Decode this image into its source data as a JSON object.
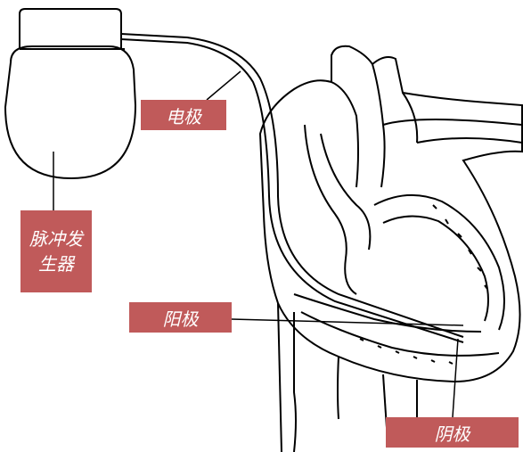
{
  "labels": {
    "electrode": "电极",
    "pulse_generator": "脉冲发生器",
    "anode": "阳极",
    "cathode": "阴极"
  },
  "colors": {
    "label_background": "#c05a5a",
    "label_text": "#ffffff",
    "line_art": "#000000"
  }
}
